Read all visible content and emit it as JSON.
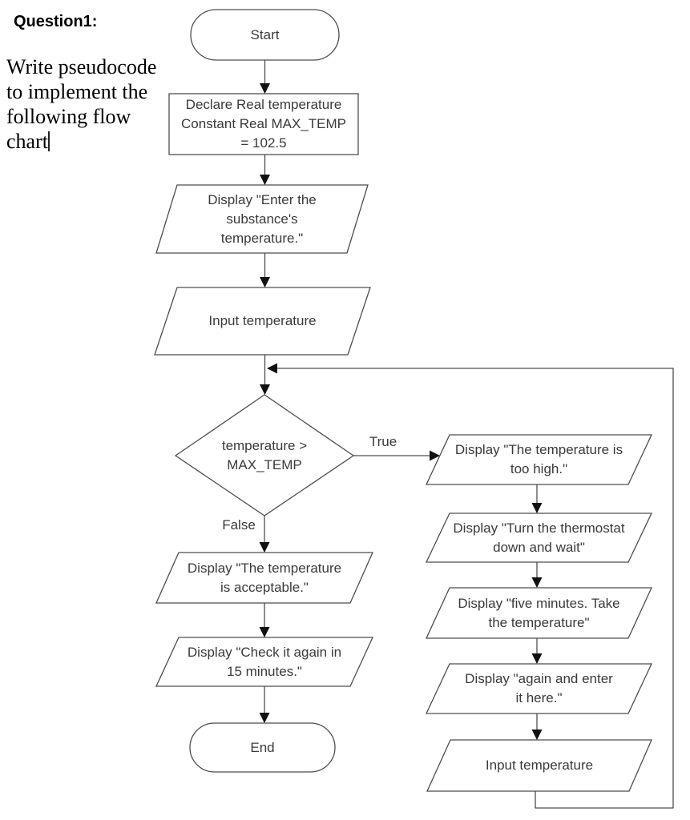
{
  "question": {
    "heading": "Question1:",
    "body": "Write pseudocode\nto implement the\nfollowing flow\nchart"
  },
  "flowchart": {
    "colors": {
      "background": "#ffffff",
      "shape_stroke": "#4d4d4d",
      "line_stroke": "#4d4d4d",
      "arrowhead": "#111111",
      "text": "#3a3a3a"
    },
    "branch_labels": {
      "true": "True",
      "false": "False"
    },
    "nodes": {
      "start": {
        "type": "terminator",
        "label": "Start"
      },
      "declare": {
        "type": "process",
        "label": "Declare Real temperature\nConstant Real MAX_TEMP\n= 102.5"
      },
      "display_enter": {
        "type": "io",
        "label": "Display \"Enter the\nsubstance's\ntemperature.\""
      },
      "input_temperature_1": {
        "type": "io",
        "label": "Input temperature"
      },
      "decision": {
        "type": "decision",
        "label": "temperature >\nMAX_TEMP"
      },
      "display_too_high": {
        "type": "io",
        "label": "Display \"The temperature is\ntoo high.\""
      },
      "display_turn_thermostat": {
        "type": "io",
        "label": "Display \"Turn the thermostat\ndown and wait\""
      },
      "display_five_minutes": {
        "type": "io",
        "label": "Display \"five minutes. Take\nthe temperature\""
      },
      "display_again_enter": {
        "type": "io",
        "label": "Display \"again and enter\nit here.\""
      },
      "input_temperature_2": {
        "type": "io",
        "label": "Input temperature"
      },
      "display_acceptable": {
        "type": "io",
        "label": "Display \"The temperature\nis acceptable.\""
      },
      "display_check_again": {
        "type": "io",
        "label": "Display \"Check it again in\n15 minutes.\""
      },
      "end": {
        "type": "terminator",
        "label": "End"
      }
    }
  }
}
